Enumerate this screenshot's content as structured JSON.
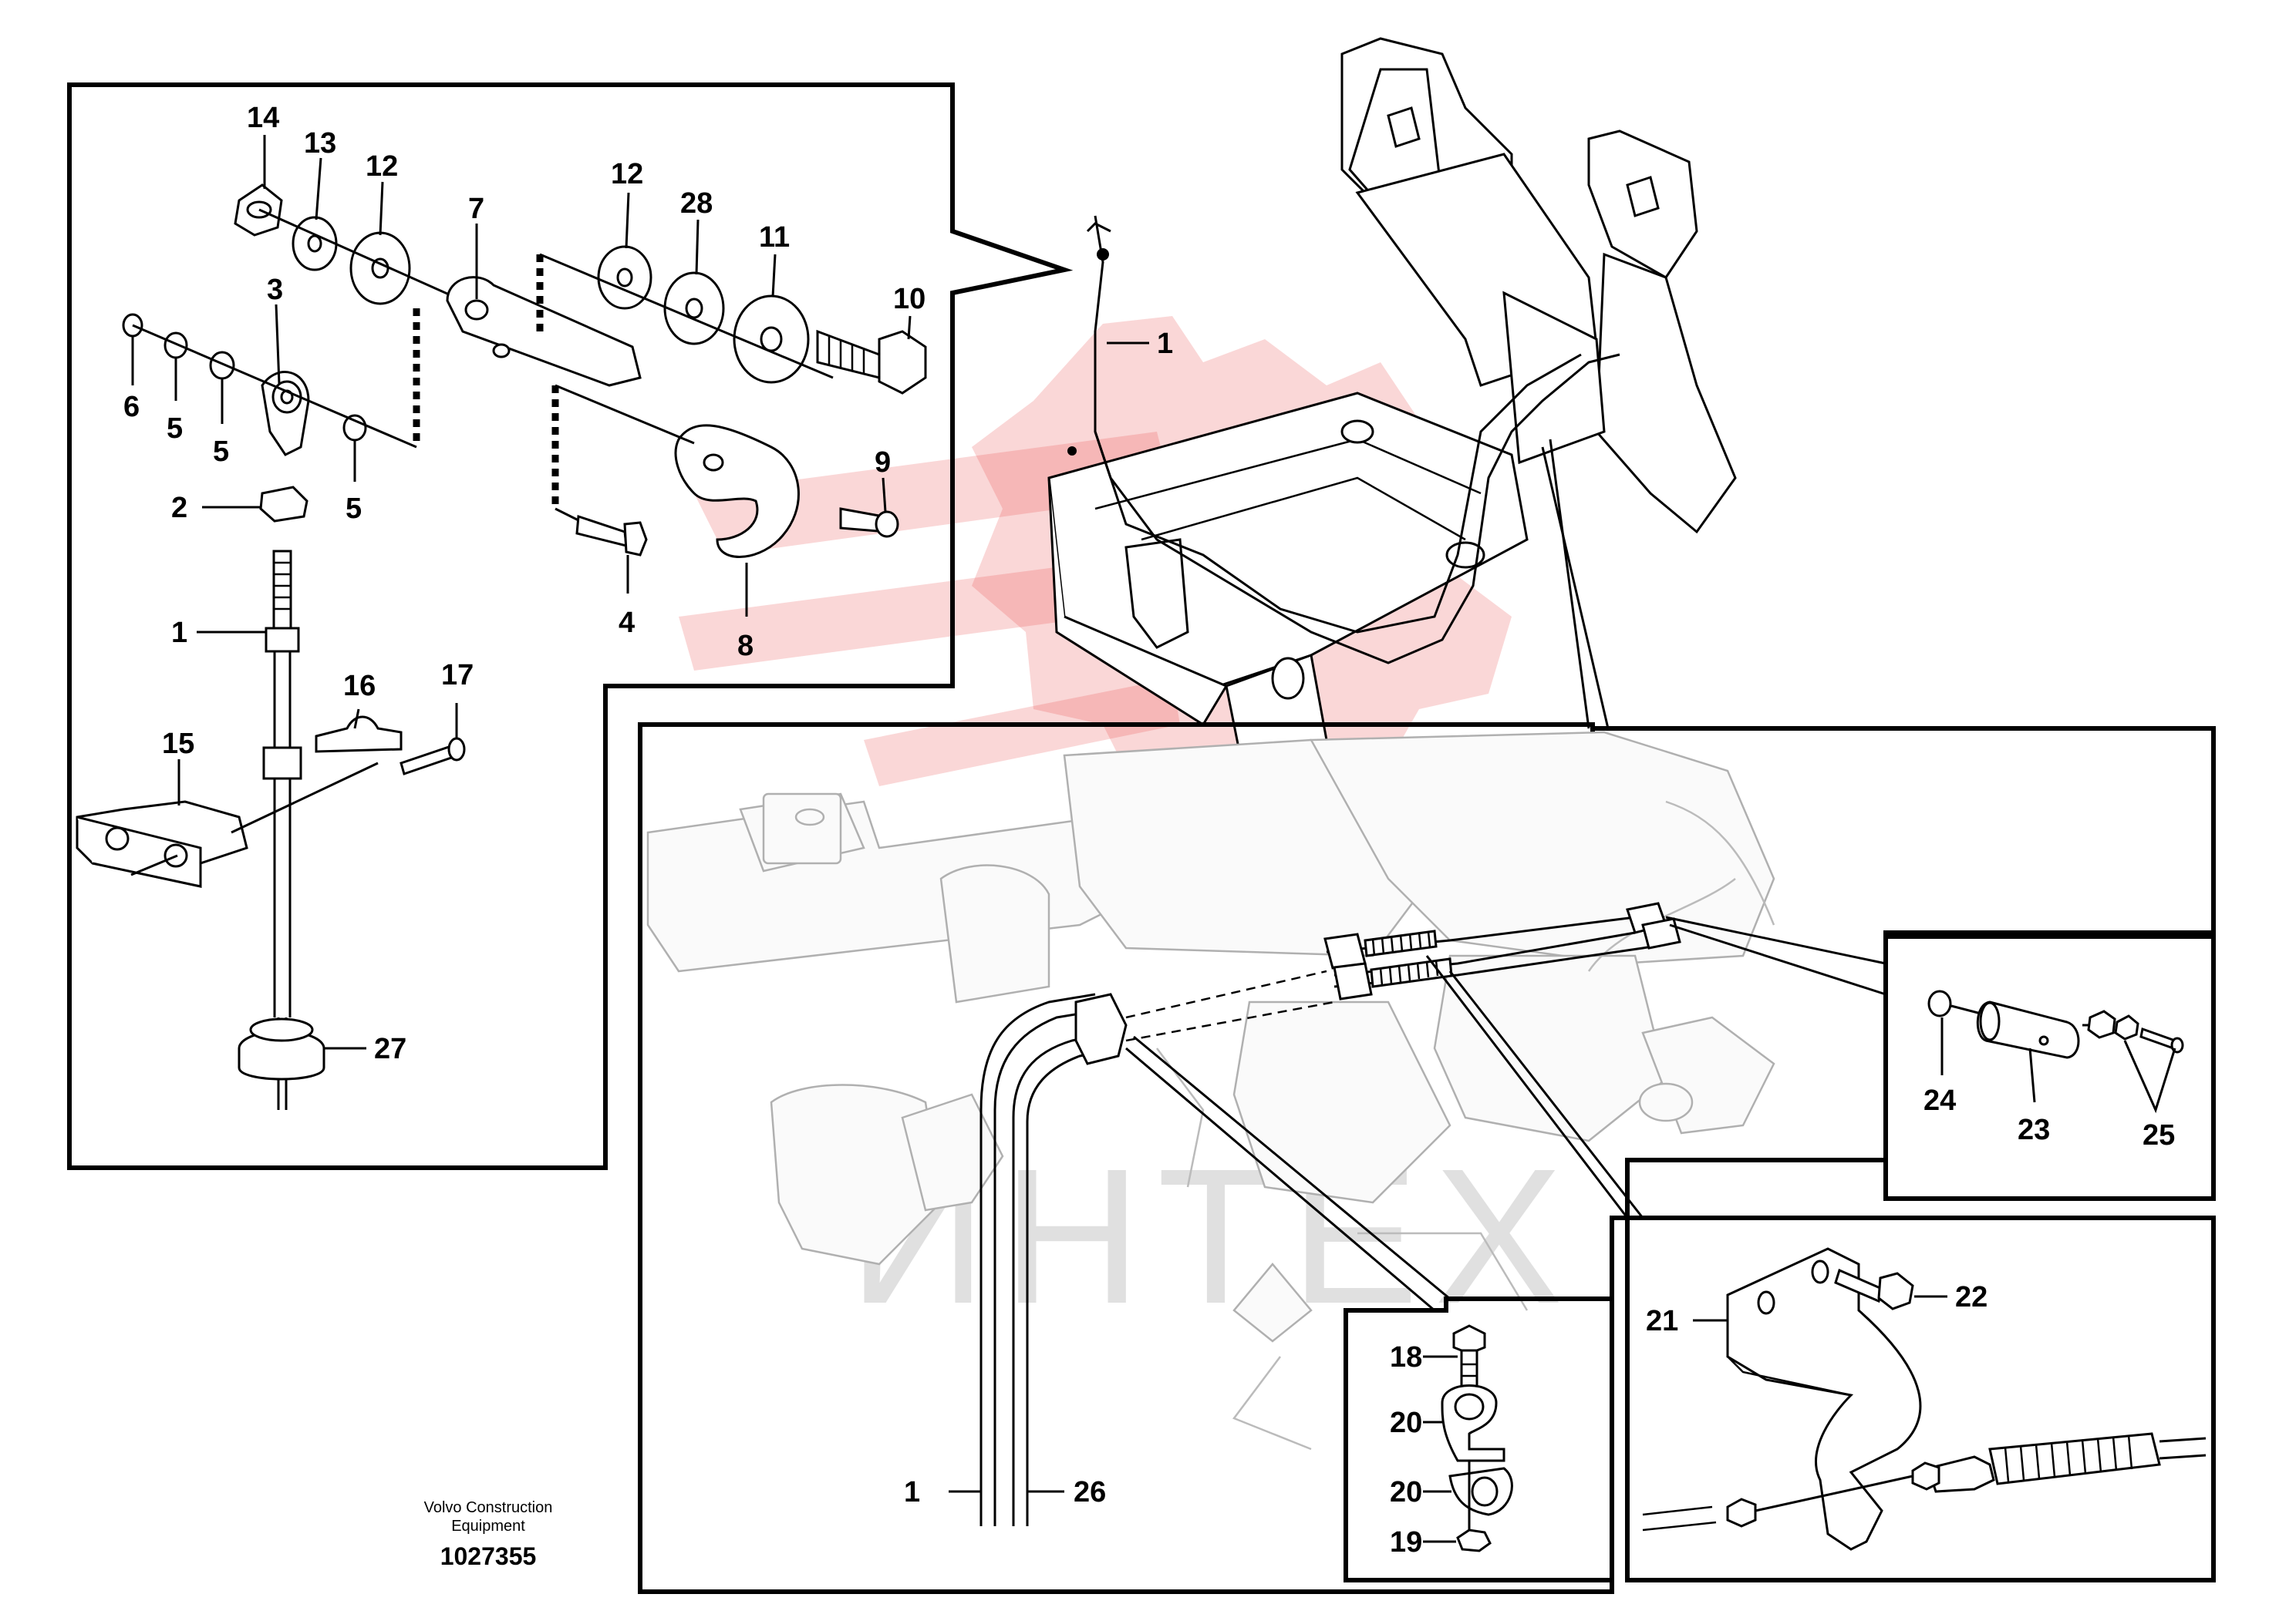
{
  "brand": {
    "company_line1": "Volvo Construction",
    "company_line2": "Equipment",
    "drawing_number": "1027355"
  },
  "watermark": {
    "text": "ИНТЕХ",
    "logo": "gear-logo-watermark",
    "color": "#e8474a"
  },
  "callouts": {
    "detail_top_left": [
      "14",
      "13",
      "12",
      "7",
      "12",
      "28",
      "11",
      "10",
      "3",
      "6",
      "5",
      "5",
      "5",
      "9",
      "2",
      "1",
      "4",
      "8",
      "16",
      "17",
      "15",
      "27"
    ],
    "main_view": [
      "1"
    ],
    "detail_lower": [
      "1",
      "26"
    ],
    "detail_clamp": [
      "18",
      "20",
      "20",
      "19"
    ],
    "detail_pin": [
      "24",
      "23",
      "25"
    ],
    "detail_bracket": [
      "21",
      "22"
    ]
  }
}
